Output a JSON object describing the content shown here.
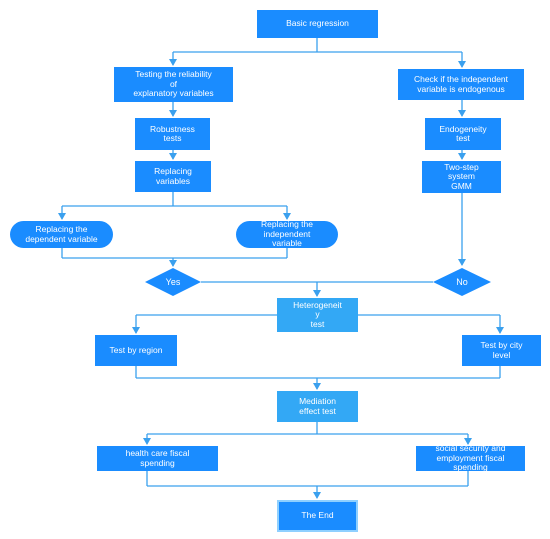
{
  "flowchart": {
    "nodes": {
      "basic_regression": "Basic regression",
      "testing_reliability": "Testing the reliability\nof\nexplanatory variables",
      "check_endogenous": "Check if the independent\nvariable is endogenous",
      "robustness_tests": "Robustness\ntests",
      "endogeneity_test": "Endogeneity\ntest",
      "replacing_variables": "Replacing\nvariables",
      "two_step_gmm": "Two-step\nsystem\nGMM",
      "replacing_dependent": "Replacing the\ndependent variable",
      "replacing_independent": "Replacing the\nindependent\nvariable",
      "yes": "Yes",
      "no": "No",
      "heterogeneity_test": "Heterogeneit\ny\ntest",
      "test_by_region": "Test by region",
      "test_by_city_level": "Test by city\nlevel",
      "mediation_effect_test": "Mediation\neffect test",
      "health_care": "health care fiscal\nspending",
      "social_security": "social security and\nemployment fiscal\nspending",
      "the_end": "The End"
    },
    "colors": {
      "box": "#1a8cff",
      "box_light": "#33a8f5",
      "connector": "#3aa0ee",
      "text": "#ffffff"
    }
  }
}
